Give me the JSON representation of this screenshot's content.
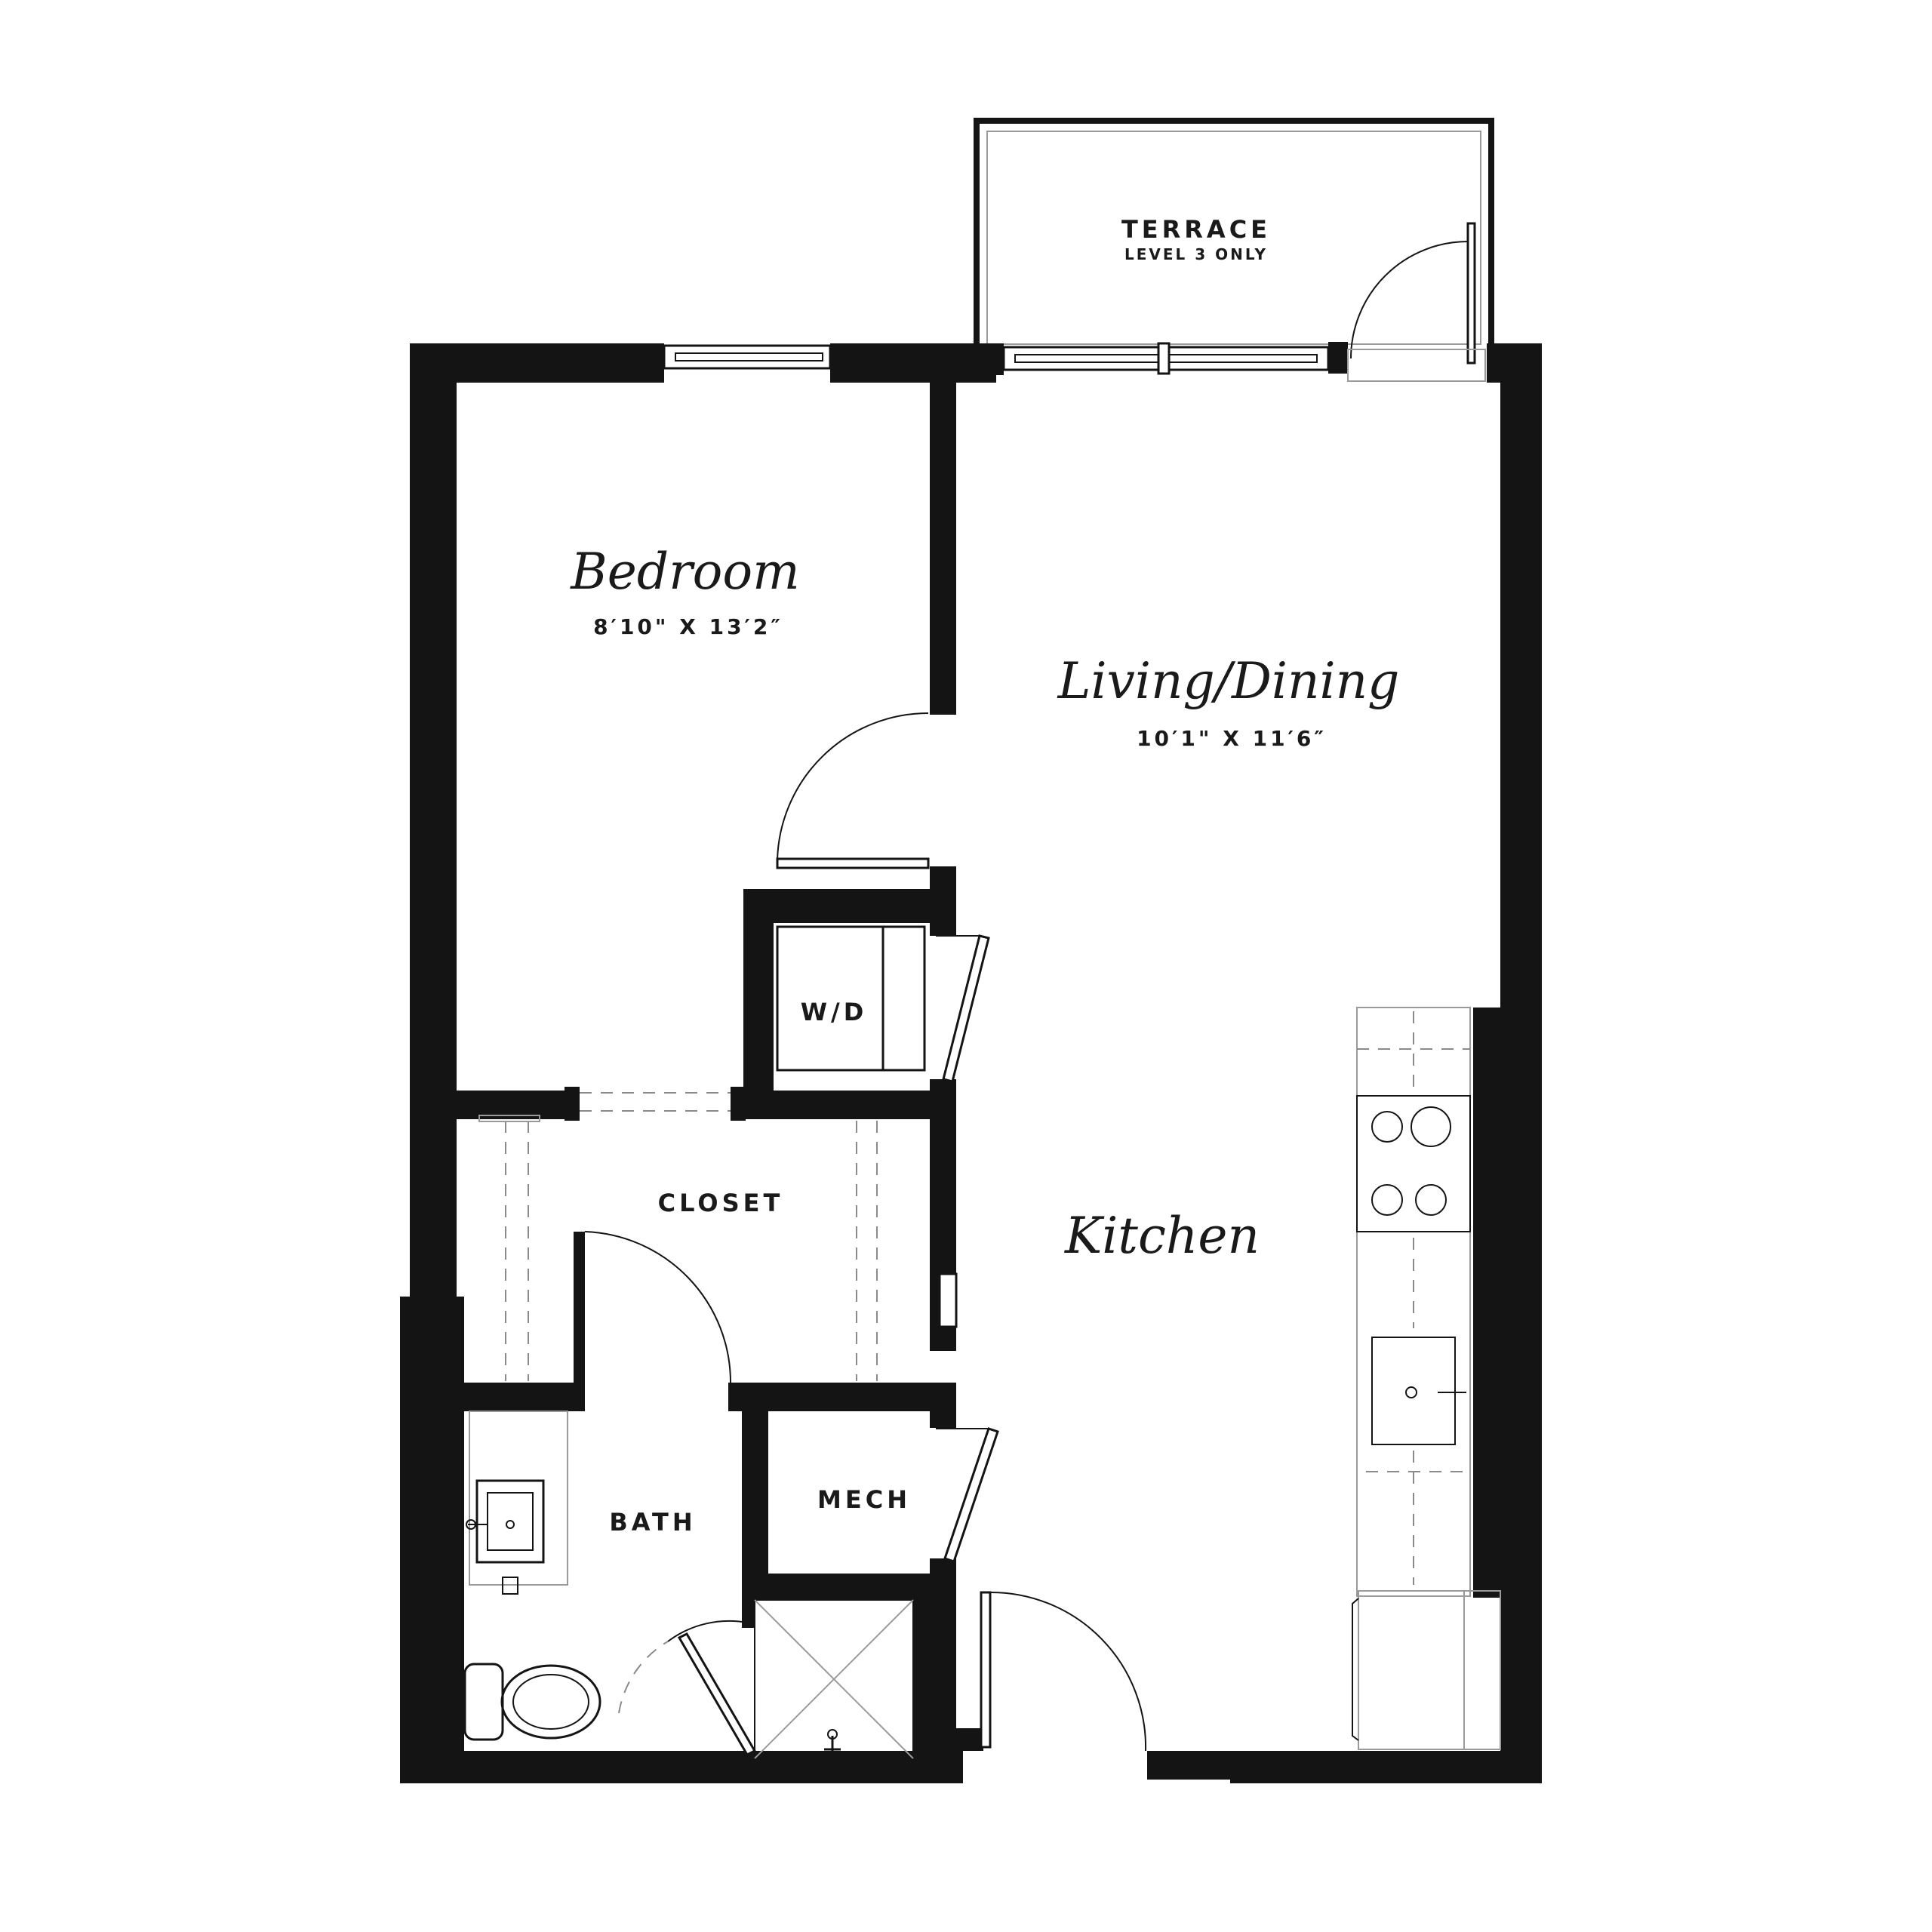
{
  "rooms": {
    "terrace": {
      "label": "TERRACE",
      "note": "LEVEL 3 ONLY"
    },
    "bedroom": {
      "title": "Bedroom",
      "dimensions": "8′10\" X 13′2″"
    },
    "living_dining": {
      "title": "Living/Dining",
      "dimensions": "10′1\" X 11′6″"
    },
    "kitchen": {
      "title": "Kitchen"
    },
    "washer_dryer": {
      "label": "W/D"
    },
    "closet": {
      "label": "CLOSET"
    },
    "bath": {
      "label": "BATH"
    },
    "mech": {
      "label": "MECH"
    }
  }
}
